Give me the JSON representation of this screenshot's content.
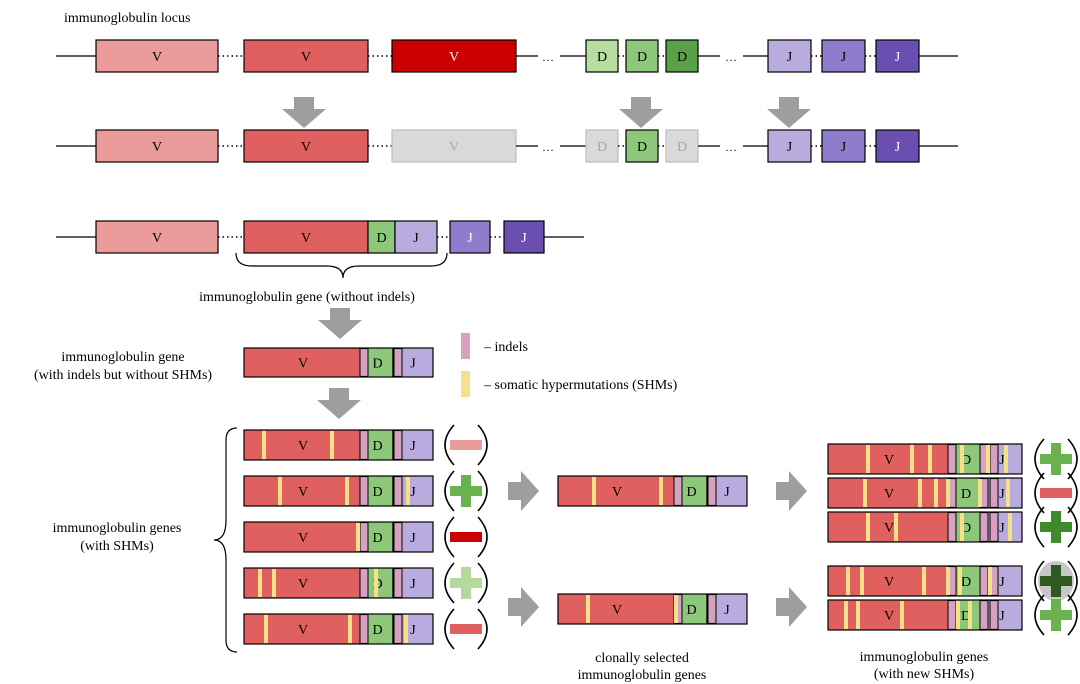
{
  "colors": {
    "v_light": "#ec9b9b",
    "v_mid": "#e06060",
    "v_dark": "#cc0000",
    "d_light": "#b7dca0",
    "d_mid": "#8cc77a",
    "d_dark": "#5aa048",
    "j_light": "#b9abde",
    "j_mid": "#8f7ccc",
    "j_dark": "#6a4fb0",
    "inactive_fill": "#d9d9d9",
    "inactive_text": "#a8a8a8",
    "indel": "#d7a2bf",
    "shm": "#f7e08a",
    "arrow": "#9e9e9e",
    "plus_light": "#b4d99c",
    "plus_mid": "#6ab24f",
    "plus_dark": "#3f8a2a",
    "plus_darkest": "#2e5a1f",
    "minus_light": "#ec9b9b",
    "minus_mid": "#e06060",
    "minus_dark": "#cc0000",
    "circle_gray": "#c8c8c8"
  },
  "segments": {
    "v": "V",
    "d": "D",
    "j": "J"
  },
  "gap": {
    "dots": "…",
    "small_dot": "·"
  },
  "labels": {
    "locus": "immunoglobulin locus",
    "gene_without_indels": "immunoglobulin gene (without indels)",
    "gene_with_indels_line1": "immunoglobulin gene",
    "gene_with_indels_line2": "(with indels but without SHMs)",
    "genes_with_shms_line1": "immunoglobulin genes",
    "genes_with_shms_line2": "(with SHMs)",
    "clonal_line1": "clonally selected",
    "clonal_line2": "immunoglobulin genes",
    "new_shms_line1": "immunoglobulin genes",
    "new_shms_line2": "(with new SHMs)"
  },
  "legend": {
    "indels": "– indels",
    "shms": "– somatic hypermutations (SHMs)"
  },
  "affinity": [
    {
      "sign": "minus",
      "level": "light"
    },
    {
      "sign": "plus",
      "level": "mid"
    },
    {
      "sign": "minus",
      "level": "dark"
    },
    {
      "sign": "plus",
      "level": "light"
    },
    {
      "sign": "minus",
      "level": "mid"
    }
  ],
  "affinity_new": [
    {
      "sign": "plus",
      "level": "mid"
    },
    {
      "sign": "minus",
      "level": "mid"
    },
    {
      "sign": "plus",
      "level": "dark"
    },
    {
      "sign": "plus",
      "level": "darkest"
    },
    {
      "sign": "plus",
      "level": "mid"
    }
  ]
}
